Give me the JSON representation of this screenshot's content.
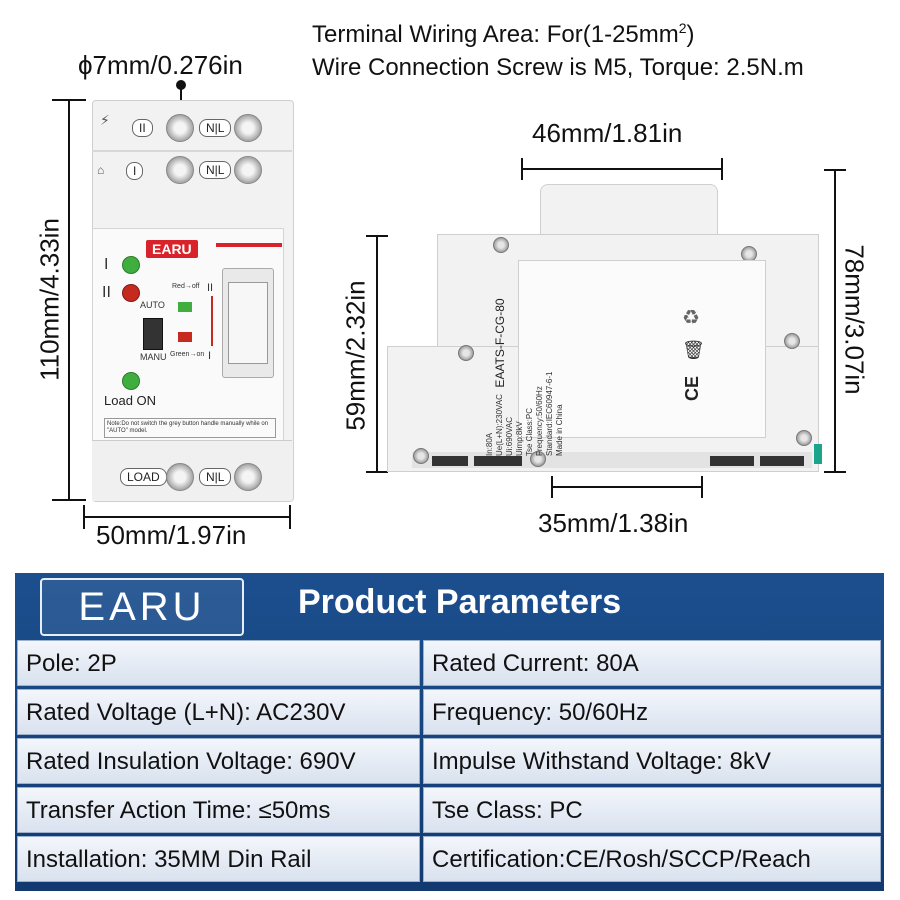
{
  "specs": {
    "line1": "Terminal Wiring Area: For(1-25mm",
    "line1_sup": "2",
    "line1_end": ")",
    "line2": "Wire Connection Screw is M5, Torque: 2.5N.m"
  },
  "dimensions": {
    "screw_hole": "ϕ7mm/0.276in",
    "height_front": "110mm/4.33in",
    "width_front": "50mm/1.97in",
    "width_top_side": "46mm/1.81in",
    "height_side_left": "59mm/2.32in",
    "height_side_right": "78mm/3.07in",
    "rail_width": "35mm/1.38in"
  },
  "front_device": {
    "brand": "EARU",
    "source_labels": [
      "II",
      "I"
    ],
    "terminal_tag": "N|L",
    "roman_1": "I",
    "roman_2": "II",
    "mode_auto": "AUTO",
    "mode_manu": "MANU",
    "red_off": "Red→off",
    "green_on": "Green→on",
    "switch_top": "II",
    "switch_bottom": "I",
    "load_on": "Load ON",
    "note": "Note:Do not switch the grey button handle manually while on \"AUTO\" model.",
    "load_tag": "LOAD"
  },
  "side_label": {
    "model": "EAATS-F-CG-80",
    "lines": [
      "In:80A",
      "Ue(L+N):230VAC",
      "Ui:690VAC",
      "Uimp:8kV",
      "Tse Class:PC",
      "Frequency:50/60Hz",
      "Standard:IEC60947-6-1",
      "Made in China"
    ],
    "ce": "CE"
  },
  "panel": {
    "logo": "EARU",
    "title": "Product Parameters",
    "rows": [
      [
        "Pole: 2P",
        "Rated Current: 80A"
      ],
      [
        "Rated Voltage (L+N): AC230V",
        "Frequency: 50/60Hz"
      ],
      [
        "Rated Insulation Voltage: 690V",
        "Impulse Withstand Voltage: 8kV"
      ],
      [
        "Transfer Action Time: ≤50ms",
        "Tse Class: PC"
      ],
      [
        "Installation: 35MM Din Rail",
        "Certification:CE/Rosh/SCCP/Reach"
      ]
    ]
  },
  "colors": {
    "panel_blue": "#1c4f8f",
    "brand_red": "#d8232a",
    "cell_bg": "#e6ecf5"
  }
}
